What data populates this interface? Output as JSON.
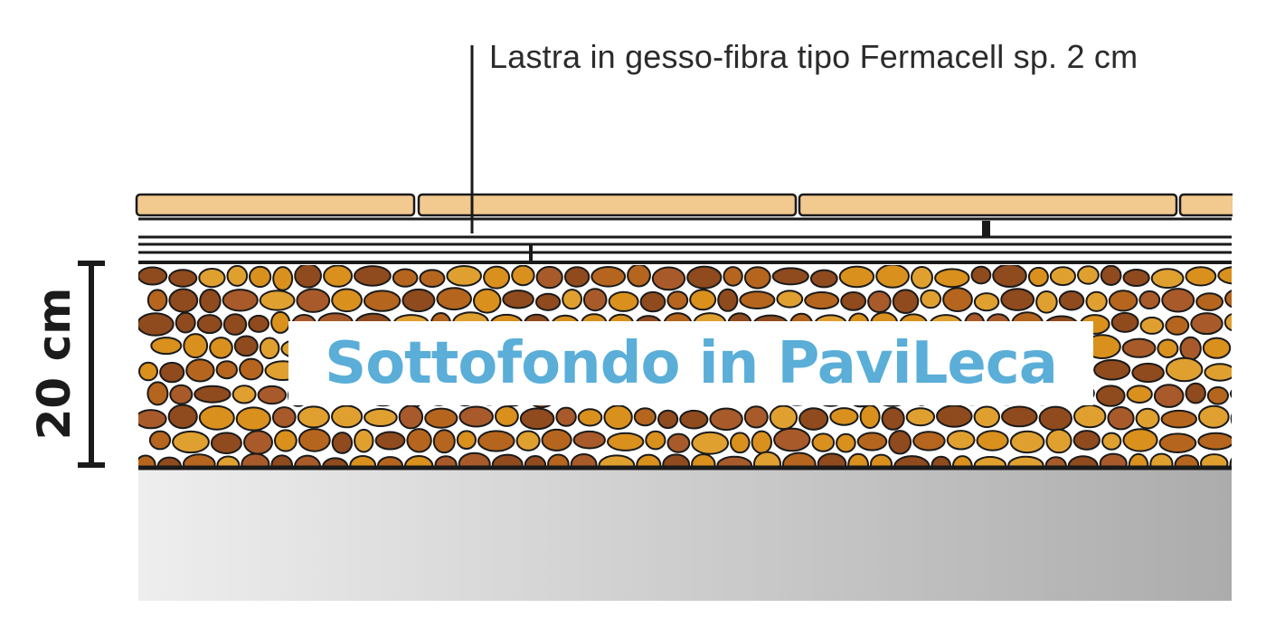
{
  "diagram": {
    "annotation_label": "Lastra in gesso-fibra tipo Fermacell sp. 2 cm",
    "dimension_label": "20 cm",
    "layer_title": "Sottofondo in PaviLeca"
  },
  "colors": {
    "board": "#f2c98f",
    "outline": "#1a1a1a",
    "pebble_palette": [
      "#d9901d",
      "#b5651d",
      "#8f4a1e",
      "#e0a030",
      "#a85a2a"
    ],
    "accent": "#5aaed8",
    "base_gradient": [
      "#eeeeee",
      "#acacac"
    ]
  }
}
